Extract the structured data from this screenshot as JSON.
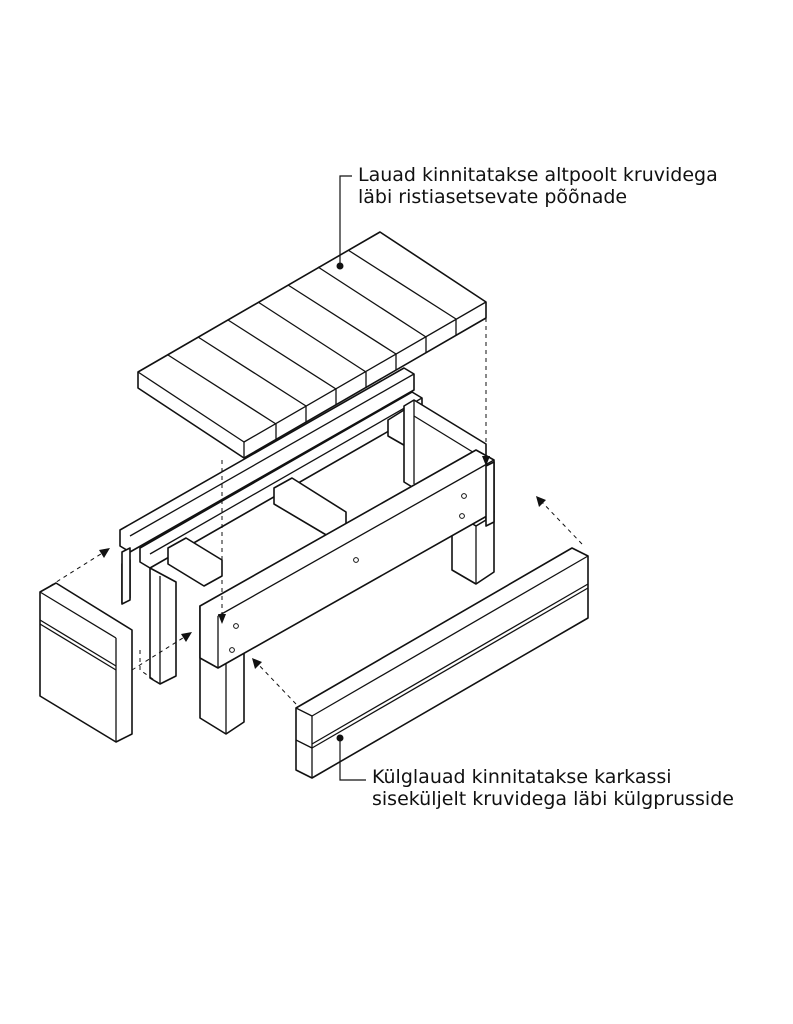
{
  "callouts": {
    "top": {
      "line1": "Lauad kinnitatakse altpoolt kruvidega",
      "line2": "läbi ristiasetsevate põõnade"
    },
    "bottom": {
      "line1": "Külglauad kinnitatakse karkassi",
      "line2": "siseküljelt kruvidega läbi külgprusside"
    }
  }
}
